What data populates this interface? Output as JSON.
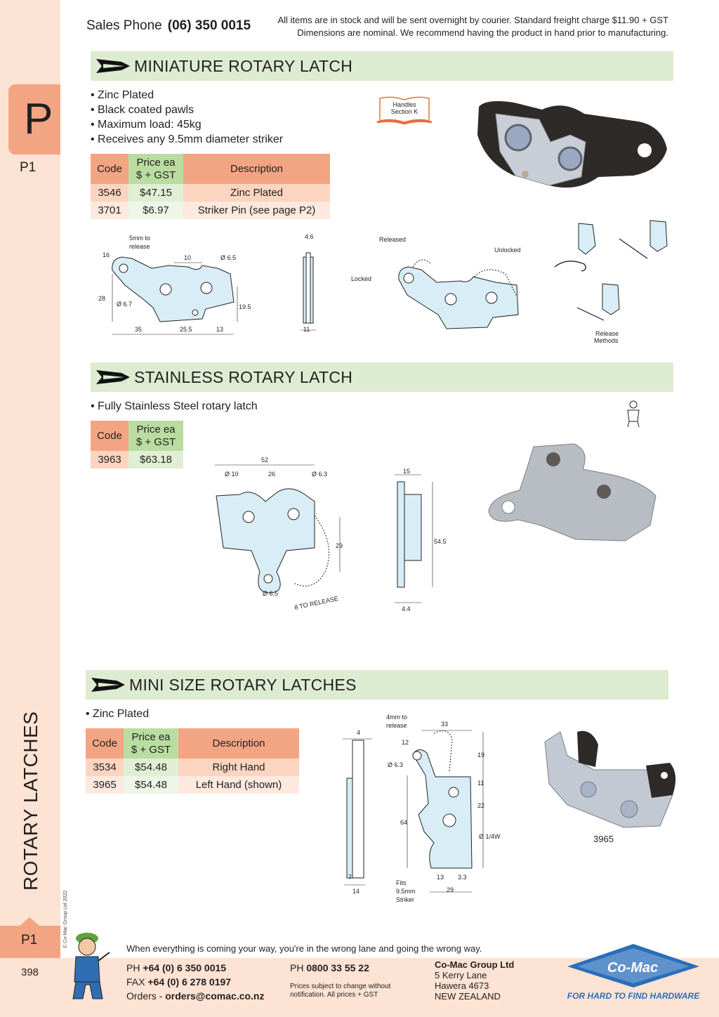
{
  "header": {
    "sales_label": "Sales Phone",
    "sales_phone": "(06) 350 0015",
    "notice_line1": "All items are in stock and will be sent overnight by courier. Standard freight charge $11.90 + GST",
    "notice_line2": "Dimensions are nominal. We recommend having the product in hand prior to manufacturing."
  },
  "sidebar": {
    "section_letter": "P",
    "section_code": "P1",
    "category": "ROTARY LATCHES",
    "copyright": "© Co-Mac Group Ltd 2022",
    "bottom_code": "P1",
    "page_number": "398"
  },
  "sections": [
    {
      "title": "MINIATURE ROTARY LATCH",
      "bullets": [
        "• Zinc Plated",
        "• Black coated pawls",
        "• Maximum load: 45kg",
        "• Receives any 9.5mm diameter striker"
      ],
      "table": {
        "headers": {
          "code": "Code",
          "price_1": "Price ea",
          "price_2": "$ + GST",
          "desc": "Description"
        },
        "rows": [
          {
            "code": "3546",
            "price": "$47.15",
            "desc": "Zinc Plated"
          },
          {
            "code": "3701",
            "price": "$6.97",
            "desc": "Striker Pin (see page P2)"
          }
        ]
      },
      "handles_line1": "Handles",
      "handles_line2": "Section K",
      "dims": {
        "release_1": "5mm to",
        "release_2": "release",
        "d16": "16",
        "d10": "10",
        "d65": "Ø 6.5",
        "d28": "28",
        "d67": "Ø 6.7",
        "d195": "19.5",
        "d35": "35",
        "d255": "25.5",
        "d13": "13",
        "d46": "4.6",
        "d11": "11"
      },
      "states": {
        "released": "Released",
        "unlocked": "Unlocked",
        "locked": "Locked"
      },
      "release_methods_1": "Release",
      "release_methods_2": "Methods"
    },
    {
      "title": "STAINLESS ROTARY LATCH",
      "bullets": [
        "• Fully Stainless Steel rotary latch"
      ],
      "table": {
        "headers": {
          "code": "Code",
          "price_1": "Price ea",
          "price_2": "$ + GST"
        },
        "rows": [
          {
            "code": "3963",
            "price": "$63.18"
          }
        ]
      },
      "dims": {
        "d52": "52",
        "d10": "Ø 10",
        "d26": "26",
        "d63": "Ø 6.3",
        "d29": "29",
        "d65": "Ø 6.5",
        "release": "8 TO RELEASE",
        "d15": "15",
        "d545": "54.5",
        "d44": "4.4"
      }
    },
    {
      "title": "MINI SIZE ROTARY LATCHES",
      "bullets": [
        "• Zinc Plated"
      ],
      "table": {
        "headers": {
          "code": "Code",
          "price_1": "Price ea",
          "price_2": "$ + GST",
          "desc": "Description"
        },
        "rows": [
          {
            "code": "3534",
            "price": "$54.48",
            "desc": "Right Hand"
          },
          {
            "code": "3965",
            "price": "$54.48",
            "desc": "Left Hand (shown)"
          }
        ]
      },
      "dims": {
        "d4": "4",
        "release_1": "4mm to",
        "release_2": "release",
        "d33": "33",
        "d12": "12",
        "d63": "Ø 6.3",
        "d19": "19",
        "d11": "11",
        "d22": "22",
        "d64": "64",
        "d14w": "Ø 1/4W",
        "d7": "7",
        "d14": "14",
        "fits_1": "Fits",
        "fits_2": "9.5mm",
        "fits_3": "Striker",
        "d13": "13",
        "d33b": "3.3",
        "d29": "29"
      },
      "photo_caption": "3965"
    }
  ],
  "footer": {
    "slogan": "When everything is coming your way, you're in the wrong lane and going the wrong way.",
    "ph_label": "PH",
    "ph": "+64 (0) 6 350 0015",
    "fax_label": "FAX",
    "fax": "+64 (0) 6 278 0197",
    "orders_label": "Orders -",
    "orders": "orders@comac.co.nz",
    "ph2_label": "PH",
    "ph2": "0800 33 55 22",
    "prices_1": "Prices subject to change without",
    "prices_2": "notification. All prices + GST",
    "company": "Co-Mac Group Ltd",
    "address_1": "5 Kerry Lane",
    "address_2": "Hawera 4673",
    "address_3": "NEW ZEALAND",
    "logo": "Co-Mac",
    "tagline": "FOR HARD TO FIND HARDWARE"
  },
  "colors": {
    "sidebar": "#fde3d3",
    "tab": "#f3a583",
    "section_band": "#ddecd1",
    "price_header": "#b9dca0",
    "logo_blue": "#2a6ebb"
  }
}
